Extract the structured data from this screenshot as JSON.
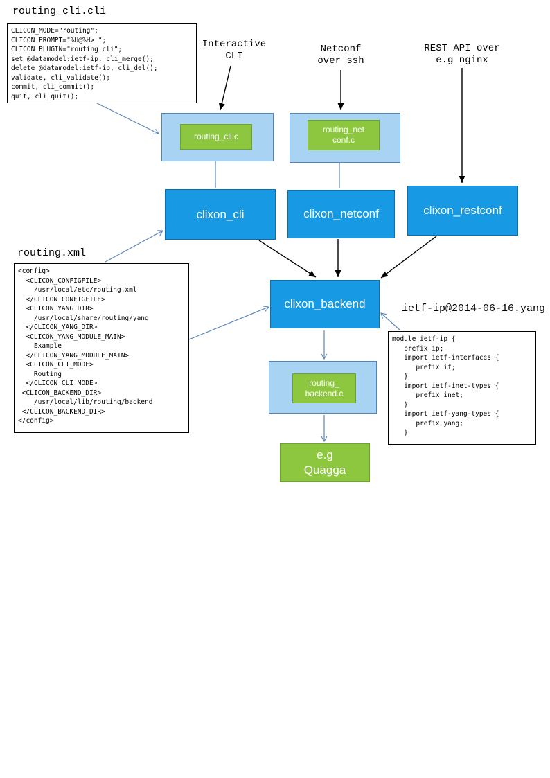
{
  "diagram": {
    "colors": {
      "box_blue": "#1899e4",
      "box_blue_border": "#0e6da6",
      "box_lightblue": "#a9d3f2",
      "box_lightblue_border": "#4a86c2",
      "box_green": "#8dc63f",
      "box_green_border": "#6fa331",
      "arrow_black": "#000000",
      "arrow_blue": "#5b87b8",
      "code_border": "#000000"
    },
    "titles": {
      "cli_file": "routing_cli.cli",
      "xml_file": "routing.xml",
      "yang_file": "ietf-ip@2014-06-16.yang"
    },
    "labels": {
      "interactive_cli": "Interactive\nCLI",
      "netconf": "Netconf\nover ssh",
      "rest_api": "REST API over\ne.g nginx"
    },
    "nodes": {
      "routing_cli_c": "routing_cli.c",
      "routing_netconf_c": "routing_net\nconf.c",
      "clixon_cli": "clixon_cli",
      "clixon_netconf": "clixon_netconf",
      "clixon_restconf": "clixon_restconf",
      "clixon_backend": "clixon_backend",
      "routing_backend_c": "routing_\nbackend.c",
      "quagga": "e.g\nQuagga"
    },
    "code": {
      "cli": "CLICON_MODE=\"routing\";\nCLICON_PROMPT=\"%U@%H> \";\nCLICON_PLUGIN=\"routing_cli\";\nset @datamodel:ietf-ip, cli_merge();\ndelete @datamodel:ietf-ip, cli_del();\nvalidate, cli_validate();\ncommit, cli_commit();\nquit, cli_quit();",
      "xml": "<config>\n  <CLICON_CONFIGFILE>\n    /usr/local/etc/routing.xml\n  </CLICON_CONFIGFILE>\n  <CLICON_YANG_DIR>\n    /usr/local/share/routing/yang\n  </CLICON_YANG_DIR>\n  <CLICON_YANG_MODULE_MAIN>\n    Example\n  </CLICON_YANG_MODULE_MAIN>\n  <CLICON_CLI_MODE>\n    Routing\n  </CLICON_CLI_MODE>\n <CLICON_BACKEND_DIR>\n    /usr/local/lib/routing/backend\n </CLICON_BACKEND_DIR>\n</config>",
      "yang": "module ietf-ip {\n   prefix ip;\n   import ietf-interfaces {\n      prefix if;\n   }\n   import ietf-inet-types {\n      prefix inet;\n   }\n   import ietf-yang-types {\n      prefix yang;\n   }"
    }
  }
}
